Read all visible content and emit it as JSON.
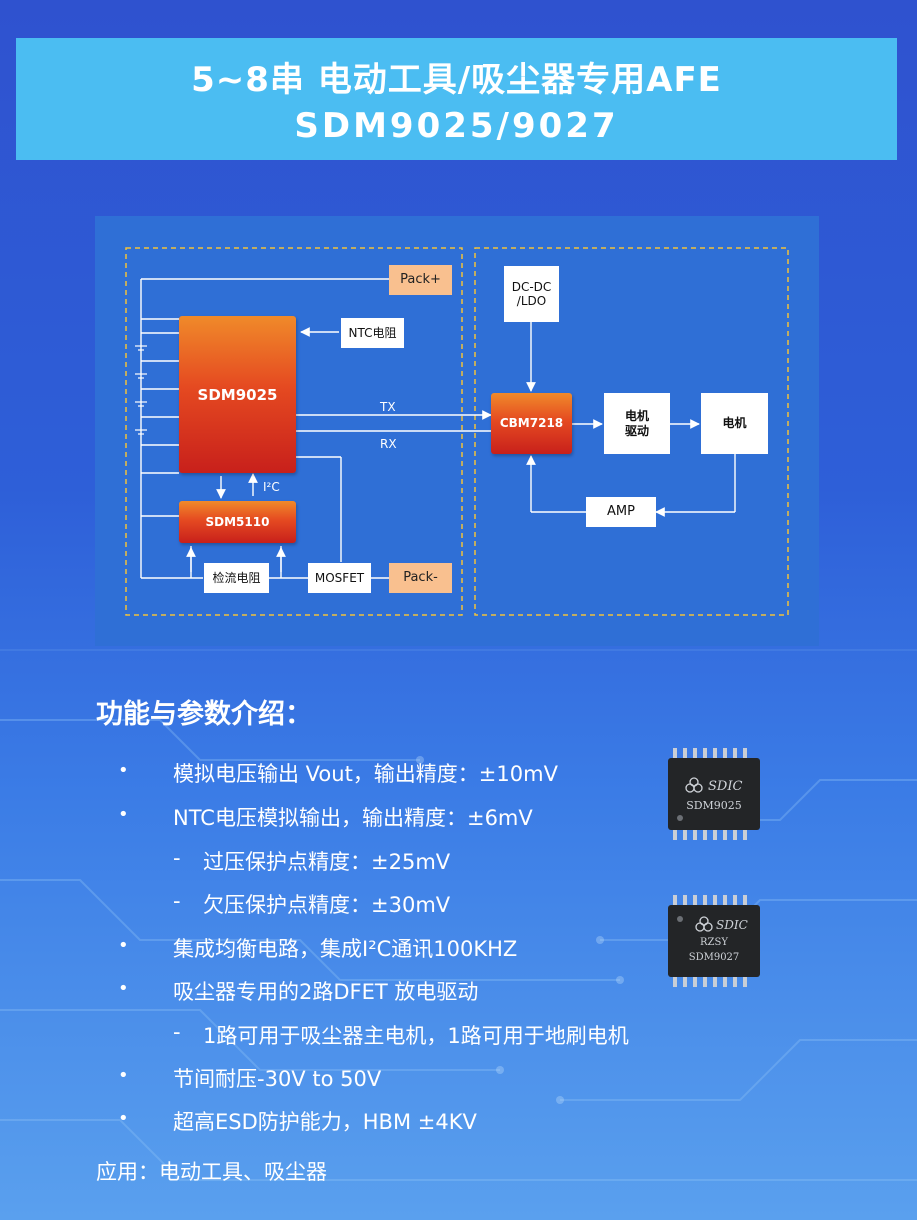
{
  "title": {
    "line1": "5~8串 电动工具/吸尘器专用AFE",
    "line2": "SDM9025/9027"
  },
  "diagram": {
    "pack_plus": "Pack+",
    "pack_minus": "Pack-",
    "ntc": "NTC电阻",
    "sdm9025": "SDM9025",
    "sdm5110": "SDM5110",
    "i2c": "I²C",
    "current_sense": "检流电阻",
    "mosfet": "MOSFET",
    "dcdc_line1": "DC-DC",
    "dcdc_line2": "/LDO",
    "cbm7218": "CBM7218",
    "motor_drive_line1": "电机",
    "motor_drive_line2": "驱动",
    "motor": "电机",
    "amp": "AMP",
    "tx": "TX",
    "rx": "RX"
  },
  "section_title": "功能与参数介绍：",
  "features": [
    {
      "kind": "bullet",
      "text": "模拟电压输出 Vout，输出精度：±10mV"
    },
    {
      "kind": "bullet",
      "text": "NTC电压模拟输出，输出精度：±6mV"
    },
    {
      "kind": "sub",
      "text": "过压保护点精度：±25mV"
    },
    {
      "kind": "sub",
      "text": "欠压保护点精度：±30mV"
    },
    {
      "kind": "bullet",
      "text": "集成均衡电路，集成I²C通讯100KHZ"
    },
    {
      "kind": "bullet",
      "text": "吸尘器专用的2路DFET 放电驱动"
    },
    {
      "kind": "sub",
      "text": "1路可用于吸尘器主电机，1路可用于地刷电机"
    },
    {
      "kind": "bullet",
      "text": "节间耐压-30V to 50V"
    },
    {
      "kind": "bullet",
      "text": "超高ESD防护能力，HBM ±4KV"
    }
  ],
  "bullet_symbol": "•",
  "sub_symbol": "-",
  "application": "应用：电动工具、吸尘器",
  "chips": [
    {
      "brand": "SDIC",
      "part": "SDM9025"
    },
    {
      "brand": "SDIC",
      "code": "RZSY",
      "part": "SDM9027"
    }
  ],
  "colors": {
    "title_bar": "#4bbdf2",
    "diagram_bg": "#2f6fd6",
    "dashed_border": "#f2c23a",
    "chip_orange": "#e54a21",
    "pack_box": "#f9c08f"
  }
}
